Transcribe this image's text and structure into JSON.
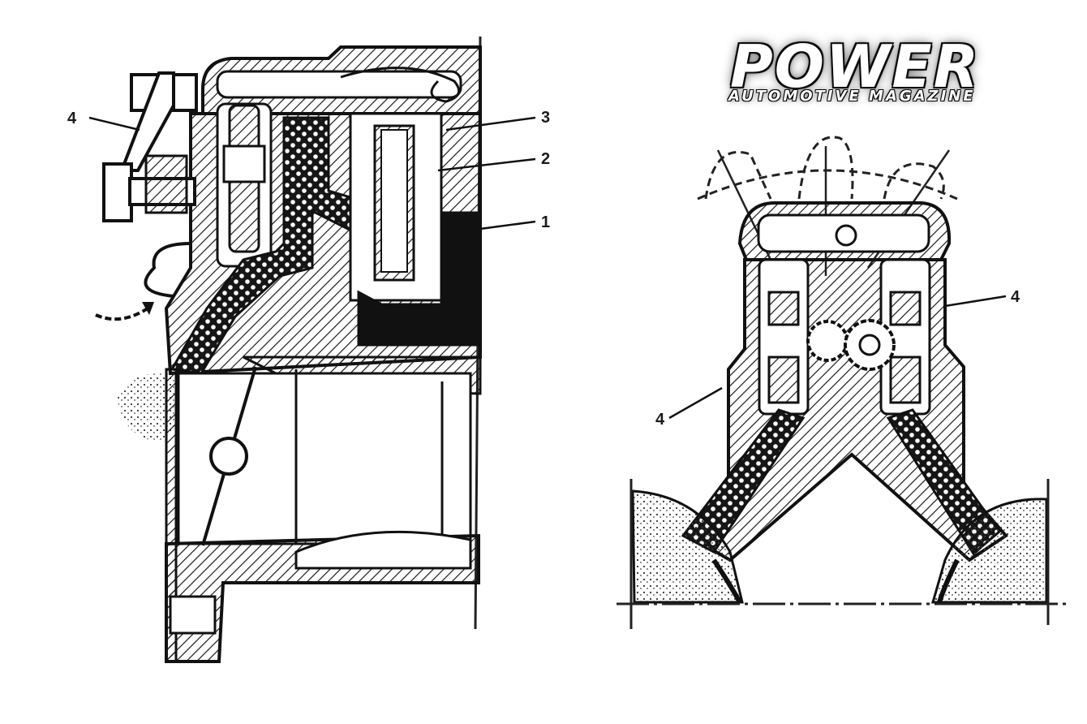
{
  "branding": {
    "title": "POWER",
    "subtitle": "AUTOMOTIVE MAGAZINE"
  },
  "left_figure": {
    "callouts": [
      "4",
      "3",
      "2",
      "1"
    ]
  },
  "right_figure": {
    "callouts": [
      "4",
      "4"
    ]
  },
  "colors": {
    "ink": "#1a1a1a",
    "paper": "#ffffff",
    "fill_dark": "#111111"
  }
}
